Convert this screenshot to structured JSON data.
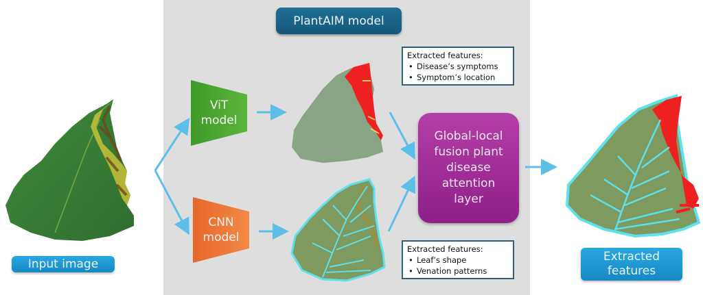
{
  "title": "PlantAIM model",
  "input_label": "Input image",
  "output_label_line1": "Extracted",
  "output_label_line2": "features",
  "models": {
    "vit": {
      "line1": "ViT",
      "line2": "model",
      "color": "#4ba632"
    },
    "cnn": {
      "line1": "CNN",
      "line2": "model",
      "color": "#ee7536"
    }
  },
  "fusion": {
    "lines": [
      "Global-local",
      "fusion plant",
      "disease",
      "attention",
      "layer"
    ],
    "color": "#a22f99"
  },
  "feature_boxes": {
    "vit": {
      "heading": "Extracted features:",
      "items": [
        "Disease’s symptoms",
        "Symptom’s location"
      ]
    },
    "cnn": {
      "heading": "Extracted features:",
      "items": [
        "Leaf’s shape",
        "Venation patterns"
      ]
    }
  },
  "images": {
    "input": "diseased-leaf-icon",
    "vit_output": "symptom-map-leaf-icon",
    "cnn_output": "venation-map-leaf-icon",
    "final_output": "combined-features-leaf-icon"
  },
  "colors": {
    "arrow": "#5bbfe8",
    "symptom": "#ee2020",
    "venation": "#5fe0ee",
    "panel": "#dedede"
  }
}
